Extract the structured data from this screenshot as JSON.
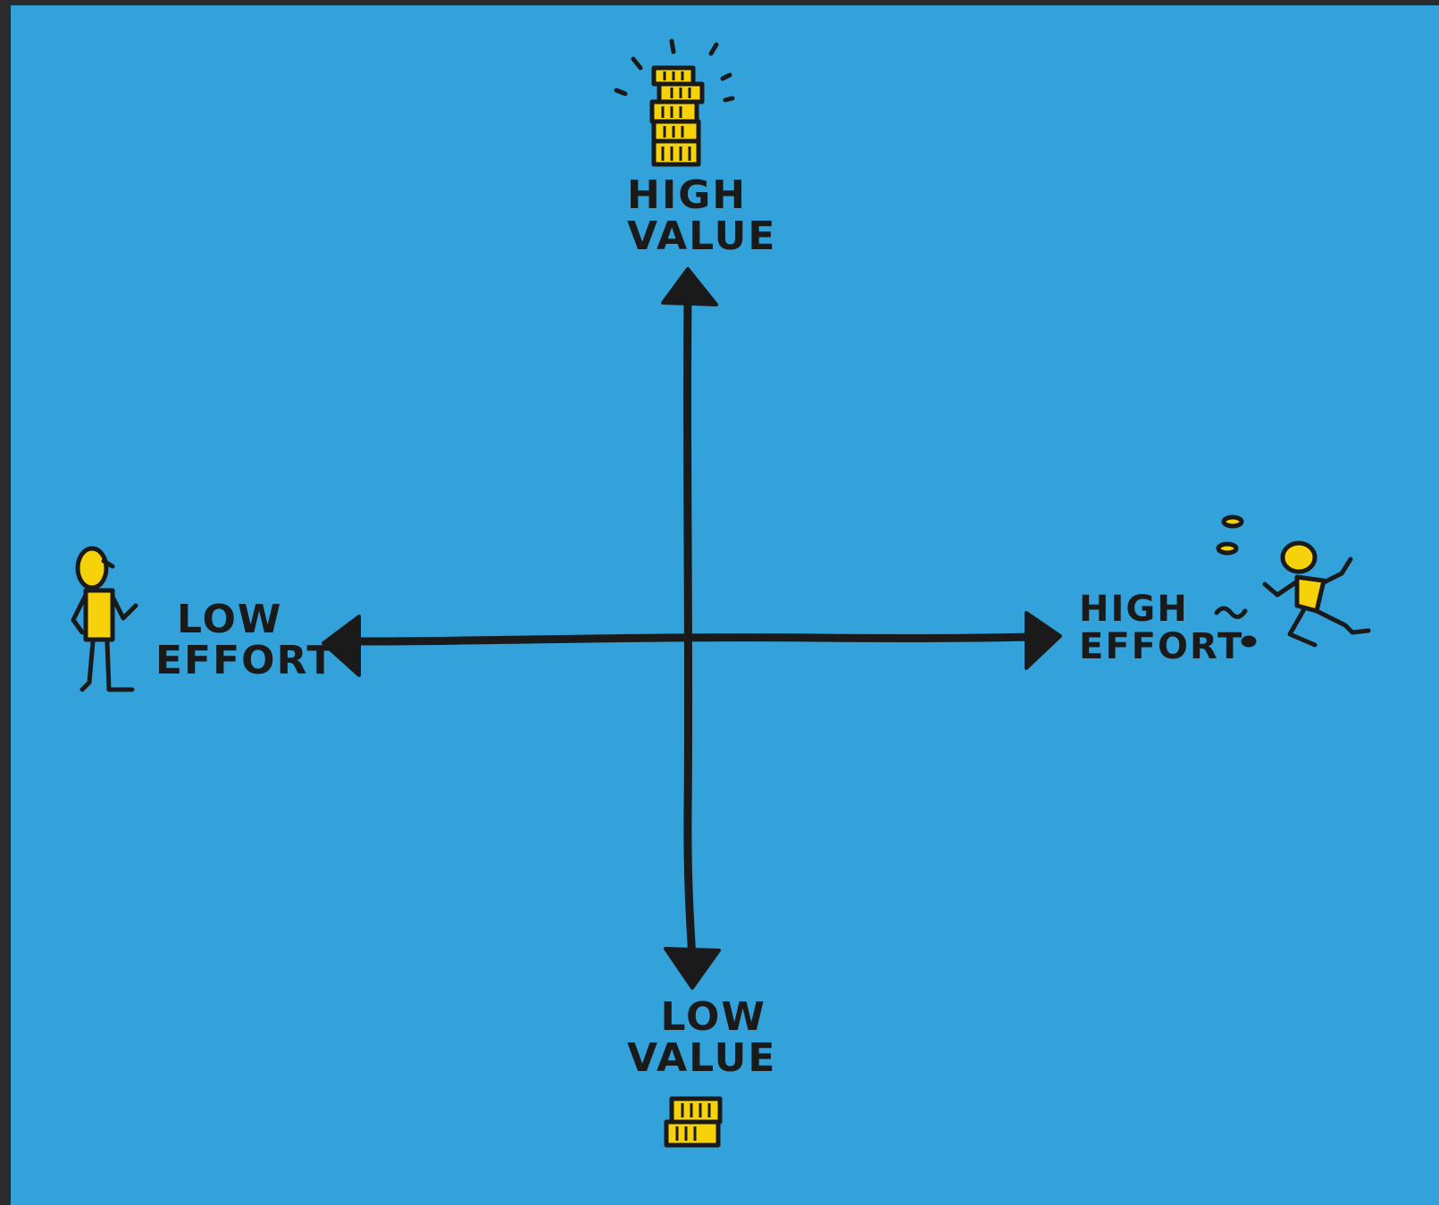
{
  "diagram": {
    "background_color": "#33a2db",
    "ink_color": "#1a1a1a",
    "accent_color": "#f5d20a",
    "top_label": [
      "HIGH",
      "VALUE"
    ],
    "bottom_label": [
      "LOW",
      "VALUE"
    ],
    "left_label": [
      "LOW",
      "EFFORT"
    ],
    "right_label": [
      "HIGH",
      "EFFORT"
    ],
    "icons": {
      "top": "tall-coin-stack-icon",
      "bottom": "small-coin-stack-icon",
      "left": "standing-person-icon",
      "right": "running-person-icon"
    }
  }
}
